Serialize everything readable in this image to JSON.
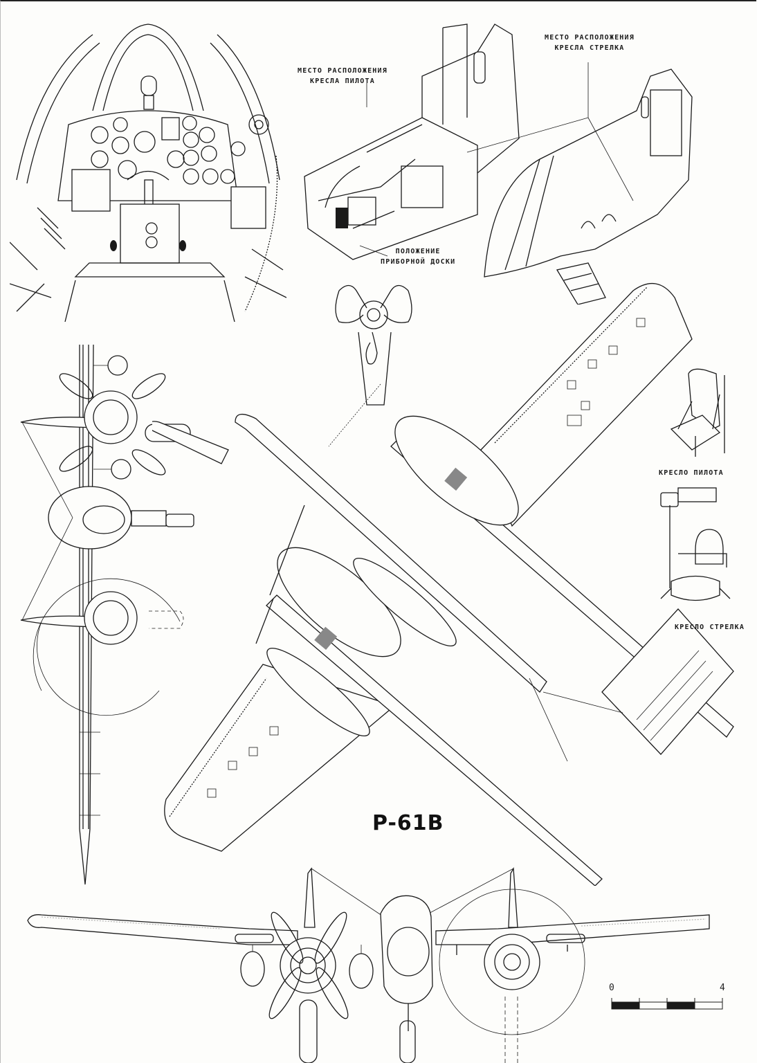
{
  "title": "P-61B",
  "labels": {
    "pilot_seat_location": [
      "МЕСТО РАСПОЛОЖЕНИЯ",
      "КРЕСЛА ПИЛОТА"
    ],
    "gunner_seat_location": [
      "МЕСТО РАСПОЛОЖЕНИЯ",
      "КРЕСЛА СТРЕЛКА"
    ],
    "instrument_panel_position": [
      "ПОЛОЖЕНИЕ",
      "ПРИБОРНОЙ ДОСКИ"
    ],
    "pilot_seat": "КРЕСЛО ПИЛОТА",
    "gunner_seat": "КРЕСЛО СТРЕЛКА"
  },
  "views": [
    {
      "name": "cockpit-interior",
      "description": "Pilot cockpit interior view with instrument panel"
    },
    {
      "name": "fuselage-cutaway",
      "description": "Crew compartment isometric cutaways"
    },
    {
      "name": "control-yoke",
      "description": "Control column and yoke"
    },
    {
      "name": "side-view",
      "description": "Side profile (rotated)"
    },
    {
      "name": "plan-view",
      "description": "Top/bottom plan view of the aircraft"
    },
    {
      "name": "pilot-seat",
      "description": "Pilot seat"
    },
    {
      "name": "gunner-seat",
      "description": "Gunner seat with sight"
    },
    {
      "name": "front-view",
      "description": "Front view of the aircraft"
    }
  ],
  "scale": {
    "start_label": "0",
    "end_label": "4",
    "segments": 4
  }
}
